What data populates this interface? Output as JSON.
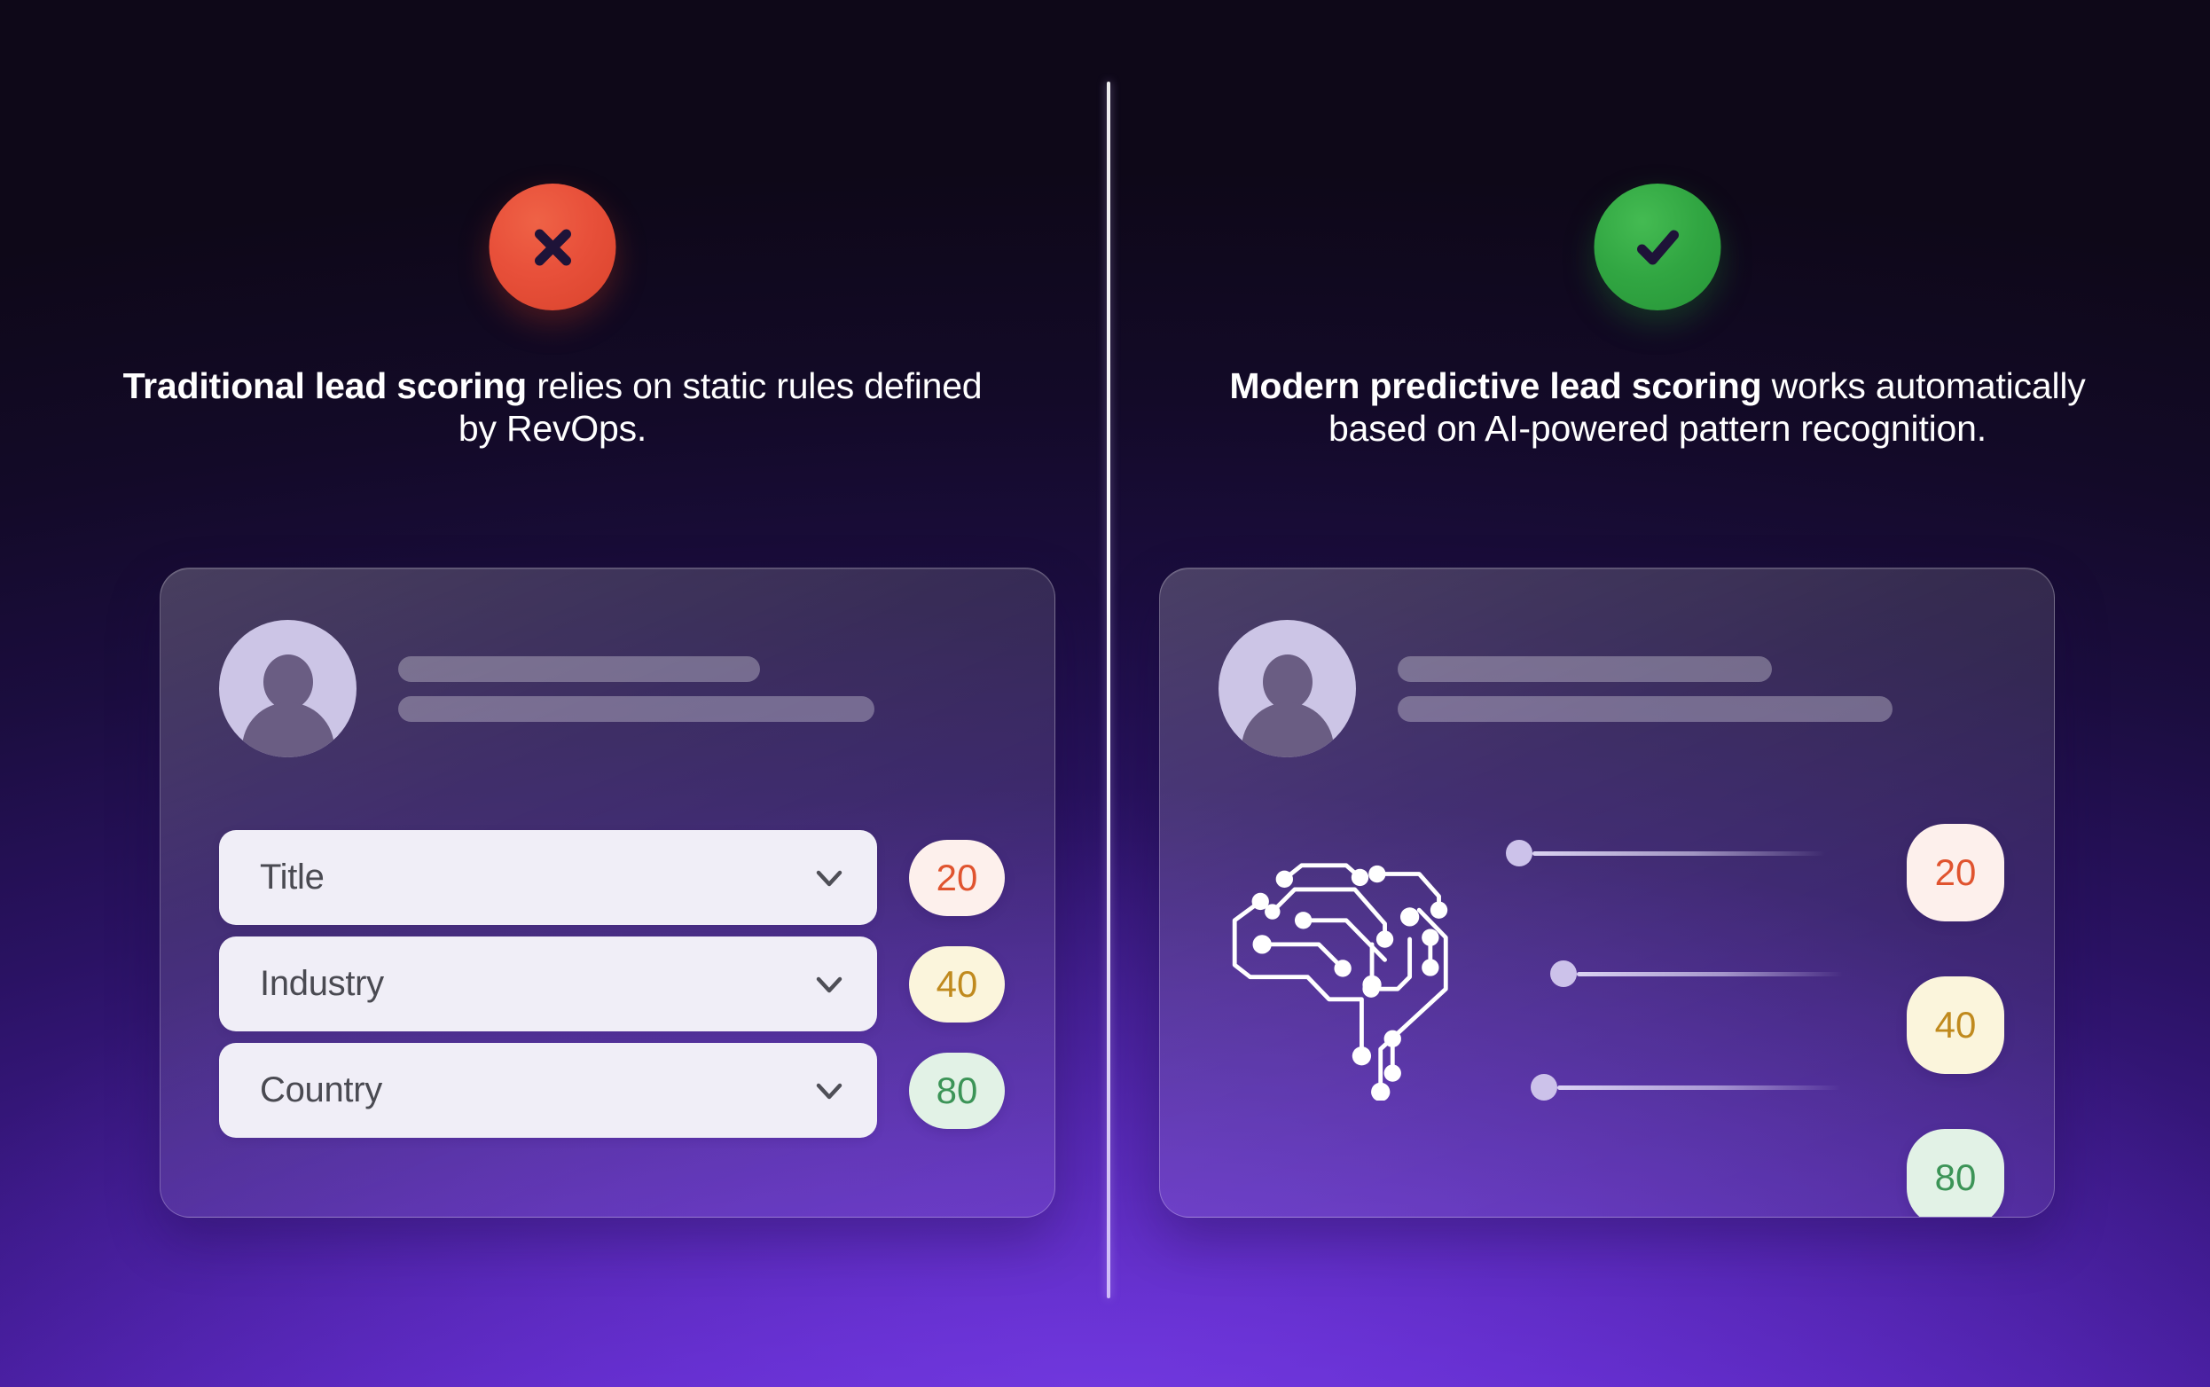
{
  "background": {
    "top_color": "#0e0818",
    "bottom_color": "#7d40ef"
  },
  "divider": {
    "name": "vertical-divider",
    "color": "#ffffff"
  },
  "panels": [
    {
      "id": "traditional",
      "status_icon": "cross-icon",
      "status_icon_color": "#e8503a",
      "heading_bold": "Traditional lead scoring",
      "heading_rest": " relies on static rules defined by RevOps.",
      "card": {
        "avatar": "user-avatar-placeholder",
        "skeleton_bars": 2,
        "rows": [
          {
            "label": "Title",
            "score": "20",
            "score_bg": "#fdf0ec",
            "score_color": "#e0542f"
          },
          {
            "label": "Industry",
            "score": "40",
            "score_bg": "#fbf5dc",
            "score_color": "#c08a1e"
          },
          {
            "label": "Country",
            "score": "80",
            "score_bg": "#e2f2e6",
            "score_color": "#3c9457"
          }
        ]
      }
    },
    {
      "id": "modern",
      "status_icon": "check-icon",
      "status_icon_color": "#31a642",
      "heading_bold": "Modern predictive lead scoring",
      "heading_rest": " works automatically based on AI-powered pattern recognition.",
      "card": {
        "avatar": "user-avatar-placeholder",
        "skeleton_bars": 2,
        "illustration": "ai-brain-circuit-icon",
        "scores": [
          {
            "score": "20",
            "score_bg": "#fdf0ec",
            "score_color": "#e0542f"
          },
          {
            "score": "40",
            "score_bg": "#fbf5dc",
            "score_color": "#c08a1e"
          },
          {
            "score": "80",
            "score_bg": "#e2f2e6",
            "score_color": "#3c9457"
          }
        ]
      }
    }
  ]
}
